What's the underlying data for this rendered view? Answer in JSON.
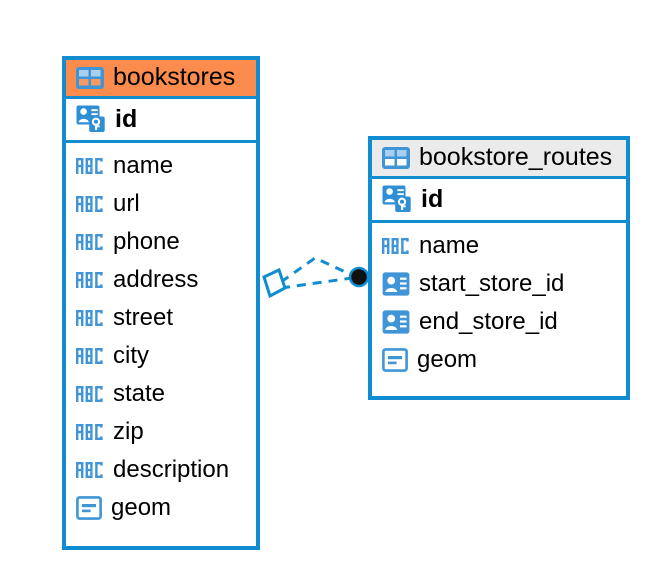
{
  "diagram": {
    "kind": "entity-relationship-diagram",
    "background_color": "#ffffff",
    "accent_color": "#0f8dd0",
    "highlight_color": "#fc8b4e",
    "neutral_header_color": "#ebebeb",
    "relationship": {
      "name": "bookstores-to-bookstore-routes",
      "from_entity": "bookstores",
      "to_entity": "bookstore_routes",
      "source_marker": "crowsfoot-polygon",
      "target_marker": "filled-circle",
      "line_style": "dashed",
      "line_color": "#0f8dd0",
      "connection_count": 2
    }
  },
  "entities": [
    {
      "id": "bookstores",
      "name": "bookstores",
      "header_style": "highlight",
      "table_icon": "table-icon",
      "primary_key": {
        "name": "id",
        "icon": "primary-key-icon"
      },
      "fields": [
        {
          "name": "name",
          "icon": "abc-text-icon"
        },
        {
          "name": "url",
          "icon": "abc-text-icon"
        },
        {
          "name": "phone",
          "icon": "abc-text-icon"
        },
        {
          "name": "address",
          "icon": "abc-text-icon"
        },
        {
          "name": "street",
          "icon": "abc-text-icon"
        },
        {
          "name": "city",
          "icon": "abc-text-icon"
        },
        {
          "name": "state",
          "icon": "abc-text-icon"
        },
        {
          "name": "zip",
          "icon": "abc-text-icon"
        },
        {
          "name": "description",
          "icon": "abc-text-icon"
        },
        {
          "name": "geom",
          "icon": "geometry-icon"
        }
      ]
    },
    {
      "id": "bookstore_routes",
      "name": "bookstore_routes",
      "header_style": "neutral",
      "table_icon": "table-icon",
      "primary_key": {
        "name": "id",
        "icon": "primary-key-icon"
      },
      "fields": [
        {
          "name": "name",
          "icon": "abc-text-icon"
        },
        {
          "name": "start_store_id",
          "icon": "foreign-key-icon"
        },
        {
          "name": "end_store_id",
          "icon": "foreign-key-icon"
        },
        {
          "name": "geom",
          "icon": "geometry-icon"
        }
      ]
    }
  ]
}
